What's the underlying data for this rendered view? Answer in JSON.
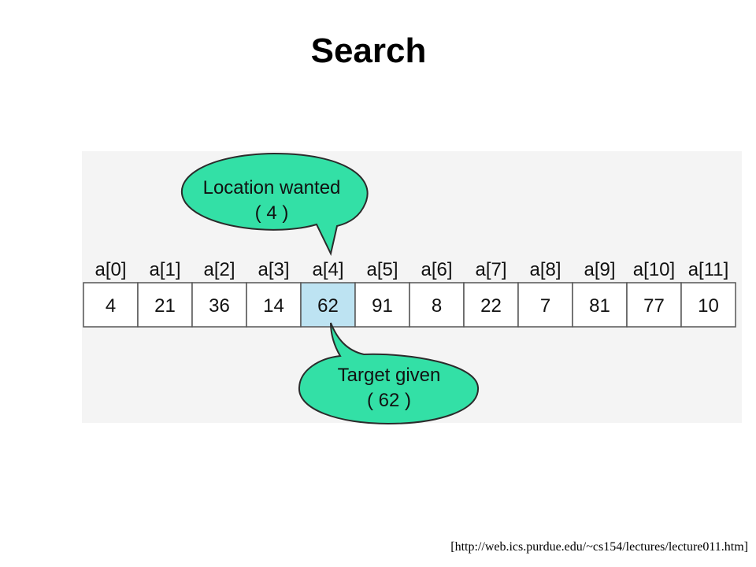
{
  "title": "Search",
  "array": {
    "indices": [
      "a[0]",
      "a[1]",
      "a[2]",
      "a[3]",
      "a[4]",
      "a[5]",
      "a[6]",
      "a[7]",
      "a[8]",
      "a[9]",
      "a[10]",
      "a[11]"
    ],
    "values": [
      "4",
      "21",
      "36",
      "14",
      "62",
      "91",
      "8",
      "22",
      "7",
      "81",
      "77",
      "10"
    ],
    "highlight_index": 4
  },
  "location_bubble": {
    "line1": "Location wanted",
    "line2": "( 4 )"
  },
  "target_bubble": {
    "line1": "Target given",
    "line2": "( 62 )"
  },
  "source": "[http://web.ics.purdue.edu/~cs154/lectures/lecture011.htm]",
  "colors": {
    "bubble_fill": "#33e0a6",
    "bubble_stroke": "#2b2b2b",
    "highlight_fill": "#bde3f2",
    "cell_stroke": "#555555",
    "panel_fill": "#f4f4f4"
  }
}
